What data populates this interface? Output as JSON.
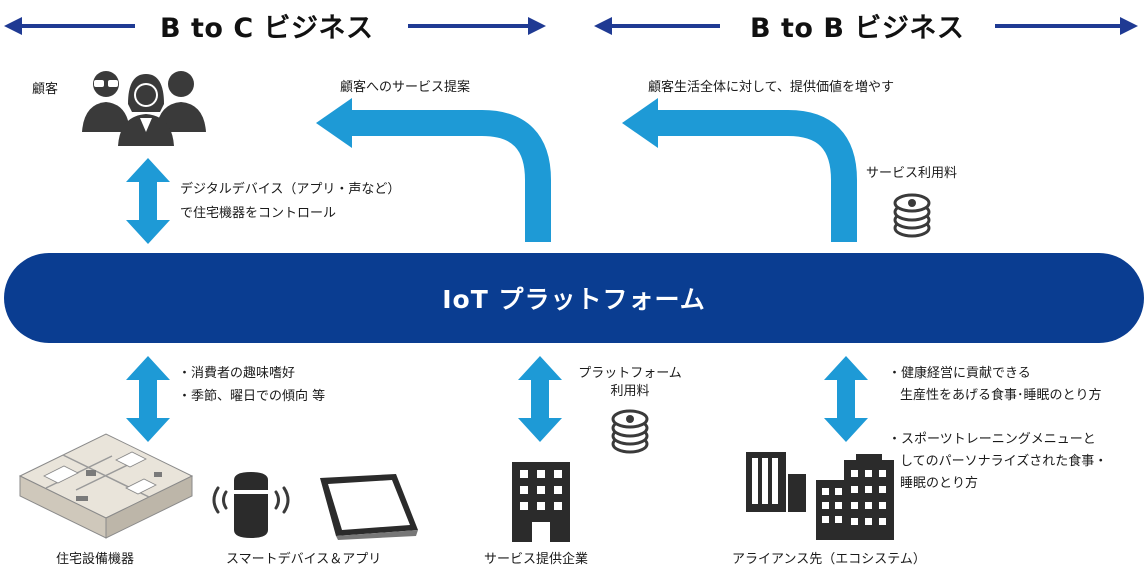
{
  "header": {
    "b2c_title": "B to C ビジネス",
    "b2b_title": "B to B ビジネス"
  },
  "platform": {
    "label": "IoT プラットフォーム"
  },
  "customers": {
    "label": "顧客",
    "icon": "people-icon"
  },
  "flows": {
    "service_proposal": "顧客へのサービス提案",
    "whole_life_value": "顧客生活全体に対して、提供価値を増やす",
    "service_fee": "サービス利用料",
    "control_line1": "デジタルデバイス（アプリ・声など）",
    "control_line2": "で住宅機器をコントロール",
    "consumer_line1": "・消費者の趣味嗜好",
    "consumer_line2": "・季節、曜日での傾向 等",
    "platform_fee_line1": "プラットフォーム",
    "platform_fee_line2": "利用料",
    "alliance_line1": "・健康経営に貢献できる",
    "alliance_line2": "生産性をあげる食事･睡眠のとり方",
    "alliance_line3": "・スポーツトレーニングメニューと",
    "alliance_line4": "してのパーソナライズされた食事・",
    "alliance_line5": "睡眠のとり方"
  },
  "bottom": {
    "housing": "住宅設備機器",
    "smart_devices": "スマートデバイス＆アプリ",
    "service_company": "サービス提供企業",
    "alliance": "アライアンス先（エコシステム）"
  },
  "colors": {
    "navy": "#0a3d91",
    "header_arrow": "#1f3a93",
    "light_blue": "#1e9ad6",
    "gray": "#3a3a3a"
  }
}
